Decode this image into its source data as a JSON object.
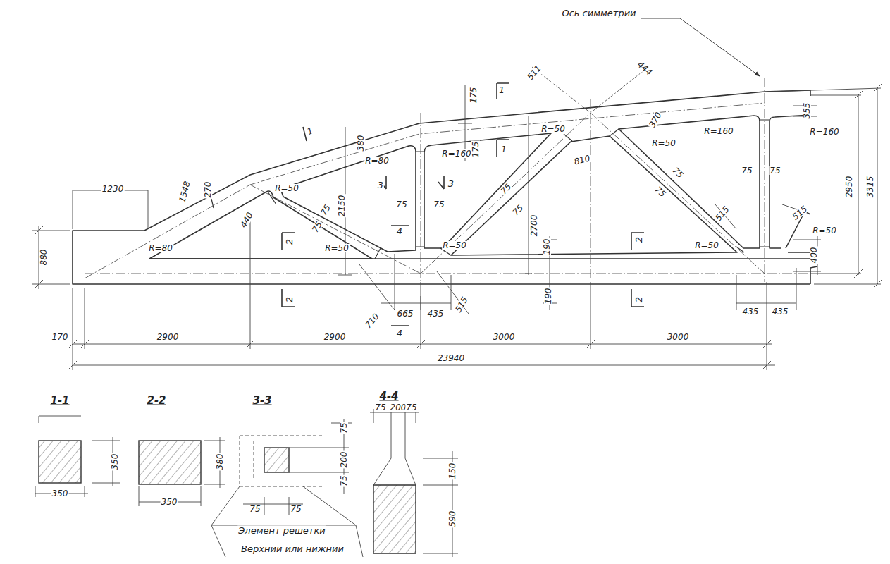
{
  "diagram": {
    "labels": [
      "Ось симметрии",
      "511",
      "444",
      "1",
      "175",
      "1",
      "380",
      "175",
      "1",
      "R=50",
      "370",
      "R=160",
      "355",
      "R=160",
      "R=160",
      "R=50",
      "R=80",
      "810",
      "75",
      "75",
      "2950",
      "3315",
      "1230",
      "1548",
      "270",
      "R=50",
      "3",
      "3",
      "75",
      "75",
      "75",
      "75",
      "2150",
      "2700",
      "75",
      "75",
      "440",
      "75",
      "75",
      "4",
      "515",
      "515",
      "R=50",
      "2",
      "R=80",
      "R=50",
      "R=50",
      "190",
      "2",
      "R=50",
      "400",
      "880",
      "190",
      "2",
      "2",
      "710",
      "665",
      "435",
      "515",
      "435",
      "435",
      "4",
      "170",
      "2900",
      "2900",
      "3000",
      "3000",
      "23940",
      "1-1",
      "350",
      "350",
      "2-2",
      "380",
      "350",
      "3-3",
      "75",
      "200",
      "75",
      "75",
      "75",
      "Элемент решетки",
      "Верхний или нижний",
      "4-4",
      "75",
      "200",
      "75",
      "150",
      "590"
    ]
  }
}
